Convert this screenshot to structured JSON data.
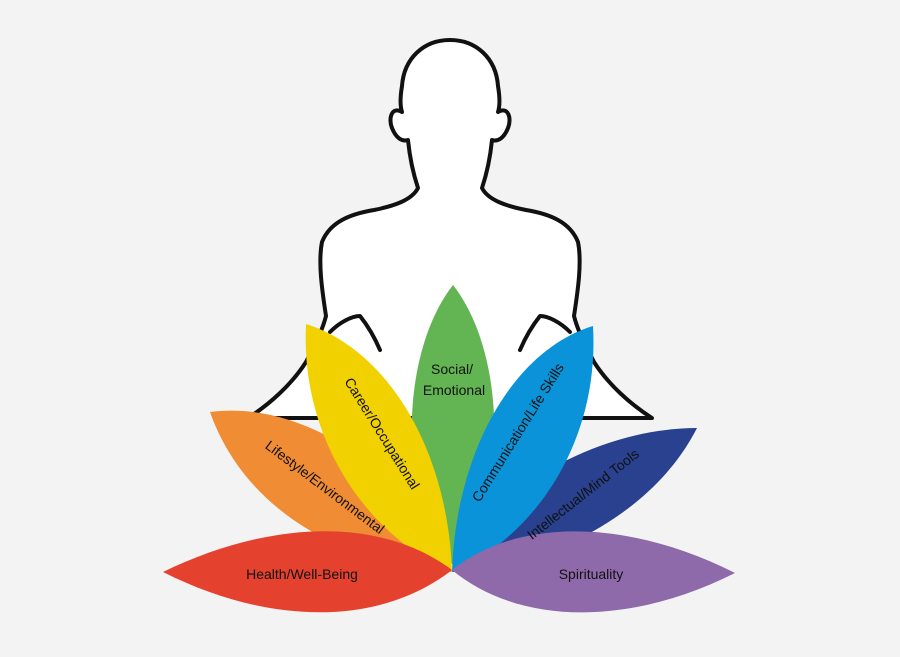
{
  "petals": [
    {
      "id": "health",
      "label": "Health/Well-Being",
      "color": "#e5412f"
    },
    {
      "id": "lifestyle",
      "label": "Lifestyle/Environmental",
      "color": "#f08c34"
    },
    {
      "id": "career",
      "label": "Career/Occupational",
      "color": "#f1d100"
    },
    {
      "id": "social",
      "label_lines": [
        "Social/",
        "Emotional"
      ],
      "color": "#63b553"
    },
    {
      "id": "communication",
      "label": "Communication/Life Skills",
      "color": "#0a93d8"
    },
    {
      "id": "intellectual",
      "label": "Intellectual/Mind Tools",
      "color": "#29418f"
    },
    {
      "id": "spirituality",
      "label": "Spirituality",
      "color": "#8f6aab"
    }
  ],
  "figure": {
    "outline_color": "#111111",
    "fill_color": "#ffffff"
  }
}
